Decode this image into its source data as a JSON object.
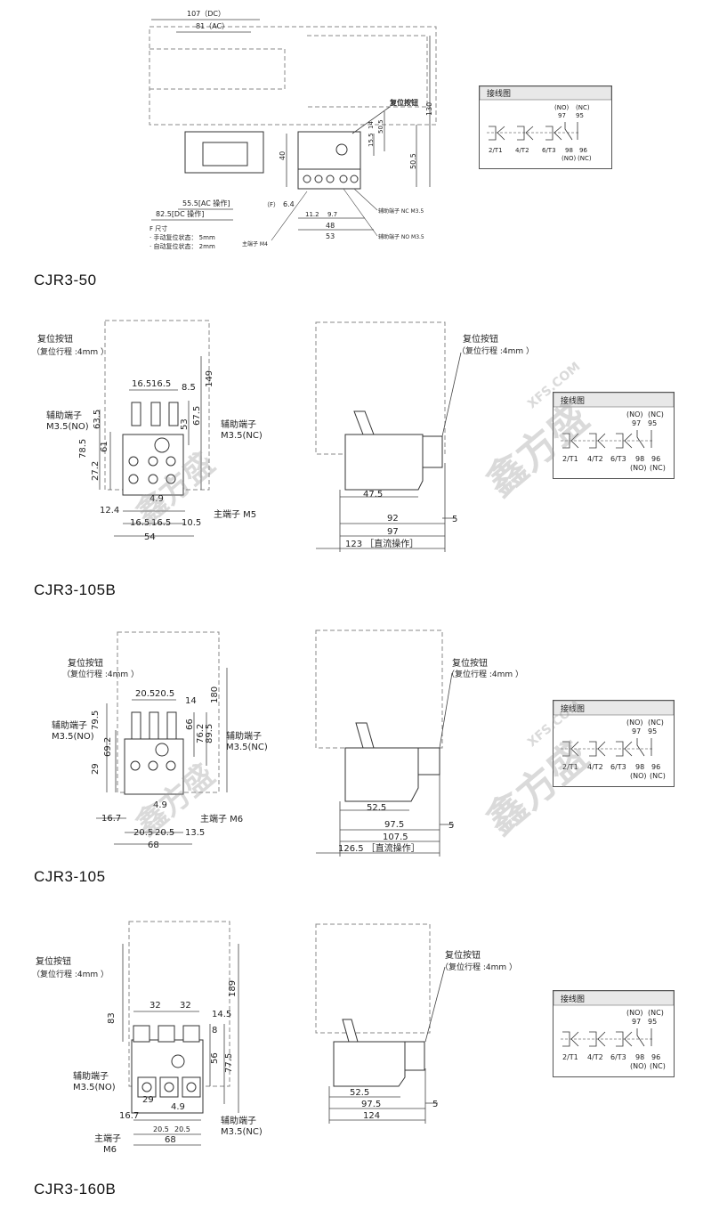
{
  "sections": [
    {
      "model": "CJR3-50",
      "front": {
        "dims_top": [
          "107（DC）",
          "81（AC）"
        ],
        "reset_button": "复位按钮",
        "dim_130": "130",
        "dim_50_5a": "50.5",
        "dim_14": "14",
        "dim_15_5": "15.5",
        "dim_50_5b": "50.5",
        "dim_40": "40",
        "dim_6_4": "6.4",
        "dim_11_2": "11.2",
        "dim_9_7": "9.7",
        "dim_48": "48",
        "dim_53": "53",
        "f_label": "（F）",
        "ac_op": "55.5[AC 操作]",
        "dc_op": "82.5[DC 操作]",
        "aux_nc": "辅助端子 NC M3.5",
        "aux_no": "辅助端子 NO M3.5",
        "main_terminal": "主端子 M4",
        "f_size_title": "F 尺寸",
        "f_manual": "· 手动复位状态： 5mm",
        "f_auto": "· 自动复位状态： 2mm"
      }
    },
    {
      "model": "CJR3-105B",
      "front": {
        "reset_button": "复位按钮",
        "reset_stroke": "（复位行程 :4mm ）",
        "aux_left": "辅助端子",
        "aux_left_spec": "M3.5(NO)",
        "aux_right": "辅助端子",
        "aux_right_spec": "M3.5(NC)",
        "main_terminal": "主端子 M5",
        "dims": [
          "16.5",
          "16.5",
          "8.5",
          "149",
          "63.5",
          "53",
          "67.5",
          "78.5",
          "61",
          "27.2",
          "4.9",
          "12.4",
          "16.5",
          "16.5",
          "10.5",
          "54"
        ]
      },
      "side": {
        "reset_button": "复位按钮",
        "reset_stroke": "（复位行程 :4mm ）",
        "dims": [
          "47.5",
          "92",
          "5",
          "97"
        ],
        "dc_op": "123 ［直流操作］"
      }
    },
    {
      "model": "CJR3-105",
      "front": {
        "reset_button": "复位按钮",
        "reset_stroke": "（复位行程 :4mm ）",
        "aux_left": "辅助端子",
        "aux_left_spec": "M3.5(NO)",
        "aux_right": "辅助端子",
        "aux_right_spec": "M3.5(NC)",
        "main_terminal": "主端子 M6",
        "dims": [
          "20.5",
          "20.5",
          "14",
          "180",
          "79.5",
          "69.2",
          "66",
          "76.2",
          "89.5",
          "29",
          "4.9",
          "16.7",
          "20.5",
          "20.5",
          "13.5",
          "68"
        ]
      },
      "side": {
        "reset_button": "复位按钮",
        "reset_stroke": "（复位行程 :4mm ）",
        "dims": [
          "52.5",
          "97.5",
          "5",
          "107.5"
        ],
        "dc_op": "126.5 ［直流操作］"
      }
    },
    {
      "model": "CJR3-160B",
      "front": {
        "reset_button": "复位按钮",
        "reset_stroke": "（复位行程 :4mm ）",
        "aux_left": "辅助端子",
        "aux_left_spec": "M3.5(NO)",
        "aux_right": "辅助端子",
        "aux_right_spec": "M3.5(NC)",
        "main_terminal": "主端子",
        "main_terminal_spec": "M6",
        "dims": [
          "32",
          "32",
          "14.5",
          "189",
          "83",
          "8",
          "56",
          "77.5",
          "4.9",
          "16.7",
          "20.5",
          "20.5",
          "68",
          "29"
        ]
      },
      "side": {
        "reset_button": "复位按钮",
        "reset_stroke": "（复位行程 :4mm ）",
        "dims": [
          "52.5",
          "97.5",
          "5",
          "124"
        ]
      }
    }
  ],
  "wiring": {
    "title": "接线图",
    "nc_top": "(NC)",
    "no_top": "(NO)",
    "n97": "97",
    "n95": "95",
    "t1": "2/T1",
    "t2": "4/T2",
    "t3": "6/T3",
    "n98": "98",
    "n96": "96",
    "no_bottom": "(NO)",
    "nc_bottom": "(NC)"
  },
  "watermark": {
    "latin": "XFS.COM",
    "cjk": "鑫方盛"
  }
}
